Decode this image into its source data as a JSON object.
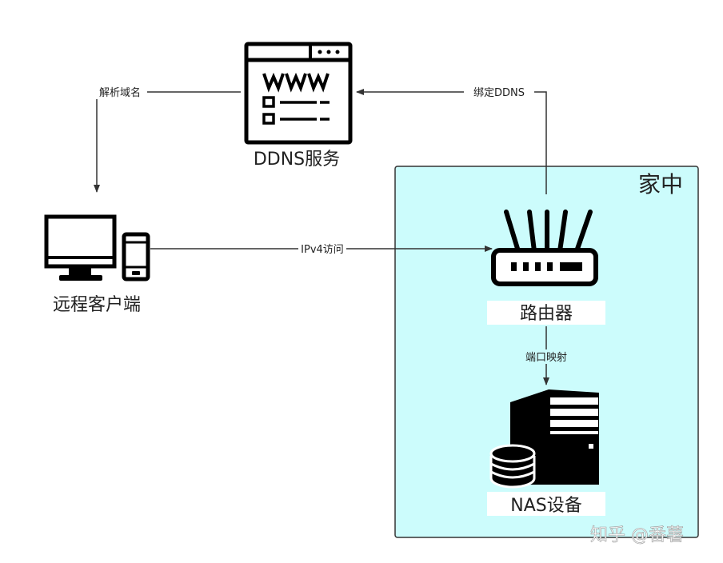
{
  "home_group": {
    "title": "家中"
  },
  "nodes": {
    "ddns": {
      "label": "DDNS服务",
      "icon": "www-browser-icon"
    },
    "client": {
      "label": "远程客户端",
      "icon": "desktop-and-phone-icon"
    },
    "router": {
      "label": "路由器",
      "icon": "router-icon"
    },
    "nas": {
      "label": "NAS设备",
      "icon": "server-database-icon"
    }
  },
  "edges": {
    "resolve_domain": {
      "label": "解析域名"
    },
    "bind_ddns": {
      "label": "绑定DDNS"
    },
    "ipv4_access": {
      "label": "IPv4访问"
    },
    "port_mapping": {
      "label": "端口映射"
    }
  },
  "watermark": {
    "text": "知乎 @番薯"
  },
  "colors": {
    "home_fill": "#ccfcfc",
    "line": "#333333",
    "icon": "#000000"
  }
}
